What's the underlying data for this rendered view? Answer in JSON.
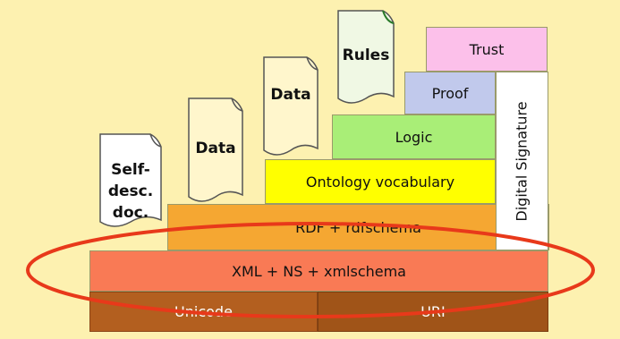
{
  "diagram": {
    "layers": {
      "unicode": "Unicode",
      "uri": "URI",
      "xml": "XML + NS + xmlschema",
      "rdf": "RDF + rdfschema",
      "ontology": "Ontology vocabulary",
      "logic": "Logic",
      "proof": "Proof",
      "trust": "Trust",
      "digital_signature": "Digital Signature"
    },
    "documents": {
      "self_desc": [
        "Self-",
        "desc.",
        "doc."
      ],
      "data1": "Data",
      "data2": "Data",
      "rules": "Rules"
    }
  },
  "colors": {
    "background": "#fdf1b0",
    "unicode_uri": "#b35f1f",
    "xml": "#f97a55",
    "rdf": "#f5a732",
    "ontology": "#ffff00",
    "logic": "#a9ee77",
    "proof": "#c1c9ec",
    "trust": "#fcc0ea",
    "digital_signature": "#ffffff",
    "highlight_oval": "#e8391a"
  }
}
